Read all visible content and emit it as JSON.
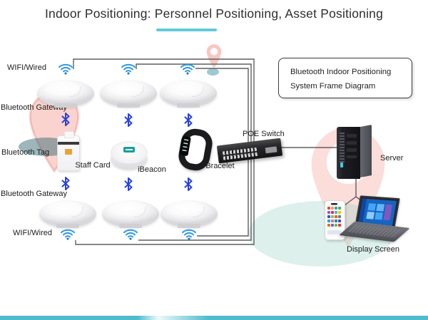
{
  "title": "Indoor Positioning: Personnel Positioning, Asset Positioning",
  "info_box": {
    "line1": "Bluetooth Indoor Positioning",
    "line2": "System Frame Diagram"
  },
  "labels": {
    "wifi_wired_top": "WIFI/Wired",
    "bluetooth_gateway_top": "Bluetooth Gateway",
    "bluetooth_tag": "Bluetooth Tag",
    "staff_card": "Staff Card",
    "ibeacon": "iBeacon",
    "bracelet": "Bracelet",
    "bluetooth_gateway_bottom": "Bluetooth Gateway",
    "wifi_wired_bottom": "WIFI/Wired",
    "poe_switch": "POE Switch",
    "server": "Server",
    "display_screen": "Display Screen"
  },
  "icons": {
    "wifi": "wifi-signal-icon",
    "bluetooth": "bluetooth-icon",
    "location_pin": "location-pin-decoration"
  },
  "colors": {
    "title_underline": "#63c9d9",
    "wifi_blue": "#2f98de",
    "bluetooth_blue": "#2641e0",
    "wire_gray": "#5f5f5f",
    "footer_teal": "#4fbccd",
    "pin_red": "#ed6d5d",
    "ellipse_teal": "#8fccc2"
  }
}
